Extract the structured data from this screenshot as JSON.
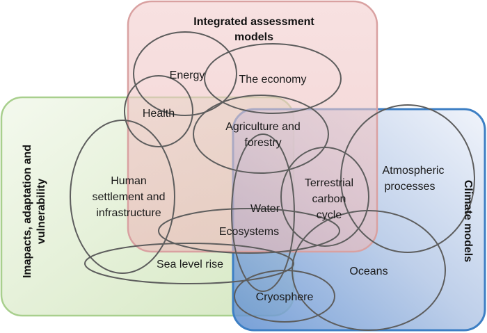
{
  "diagram": {
    "colors": {
      "iam_fill": "#f0c8c8",
      "iam_stroke": "#d9a1a1",
      "iav_fill": "#e2efd4",
      "iav_stroke": "#a8cf8d",
      "climate_fill": "#b8cae6",
      "climate_stroke": "#3d7fc4",
      "ellipse_stroke": "#5d5d5d"
    },
    "regions": {
      "iam_line1": "Integrated assessment",
      "iam_line2": "models",
      "iav_line1": "Imapacts, adaptation and",
      "iav_line2": "vulnerability",
      "climate": "Climate models"
    },
    "sectors": {
      "energy": "Energy",
      "economy": "The economy",
      "health": "Health",
      "agriculture_line1": "Agriculture and",
      "agriculture_line2": "forestry",
      "human_line1": "Human",
      "human_line2": "settlement and",
      "human_line3": "infrastructure",
      "water": "Water",
      "ecosystems": "Ecosystems",
      "terrestrial_line1": "Terrestrial",
      "terrestrial_line2": "carbon",
      "terrestrial_line3": "cycle",
      "atmospheric_line1": "Atmospheric",
      "atmospheric_line2": "processes",
      "sea_level": "Sea level rise",
      "oceans": "Oceans",
      "cryosphere": "Cryosphere"
    }
  }
}
